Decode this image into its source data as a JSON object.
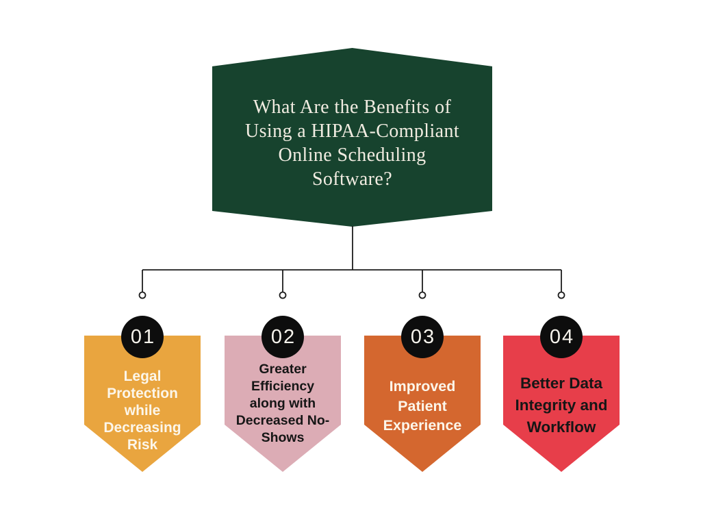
{
  "page": {
    "background": "#ffffff"
  },
  "banner": {
    "title": "What Are the Benefits of\nUsing a HIPAA-Compliant\nOnline Scheduling\nSoftware?",
    "background": "#17432e",
    "text_color": "#f1ece1"
  },
  "connector": {
    "color": "#1c1c1c"
  },
  "badge": {
    "background": "#0d0d0d",
    "text_color": "#f6f3ec"
  },
  "cards": [
    {
      "number": "01",
      "label": "Legal\nProtection\nwhile\nDecreasing\nRisk",
      "background": "#e9a53f",
      "text_color": "#fcf6ea"
    },
    {
      "number": "02",
      "label": "Greater\nEfficiency\nalong with\nDecreased No-\nShows",
      "background": "#dcacb5",
      "text_color": "#161616"
    },
    {
      "number": "03",
      "label": "Improved\nPatient\nExperience",
      "background": "#d4672f",
      "text_color": "#fcf6ea"
    },
    {
      "number": "04",
      "label": "Better Data\nIntegrity and\nWorkflow",
      "background": "#e73e4a",
      "text_color": "#161616"
    }
  ]
}
